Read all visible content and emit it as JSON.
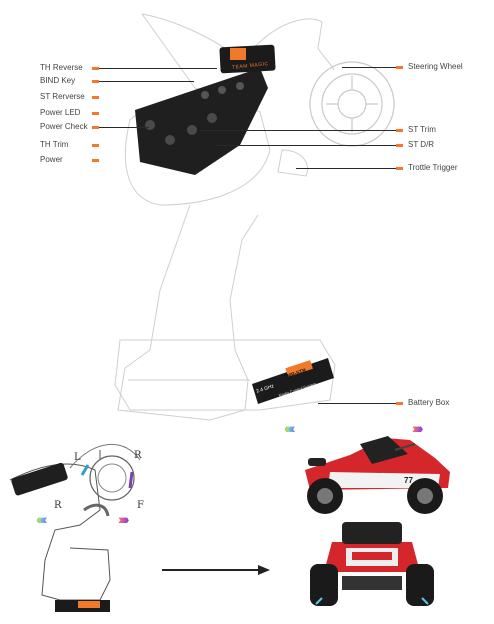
{
  "labels_left": [
    "TH Reverse",
    "BIND Key",
    "ST Rerverse",
    "Power LED",
    "Power Check",
    "TH Trim",
    "Power"
  ],
  "labels_right": [
    "Steering Wheel",
    "ST Trim",
    "ST D/R",
    "Trottle Trigger",
    "Battery Box"
  ],
  "panel": {
    "brand": "TEAM MAGIC",
    "sticker_top": "2.4 GHz",
    "sticker_name": "TMR-STR",
    "sticker_sub": "Radio Control System",
    "car_number": "77"
  },
  "direction_letters": {
    "left": "L",
    "right": "R",
    "reverse": "R",
    "forward": "F"
  },
  "colors": {
    "accent": "#f07a2a",
    "arrow_left": [
      "#9ad25b",
      "#5ec7e6",
      "#7b8ad9"
    ],
    "arrow_right": [
      "#f06a6a",
      "#c250b8",
      "#8a3fc9"
    ],
    "car_red": "#d4262b"
  }
}
